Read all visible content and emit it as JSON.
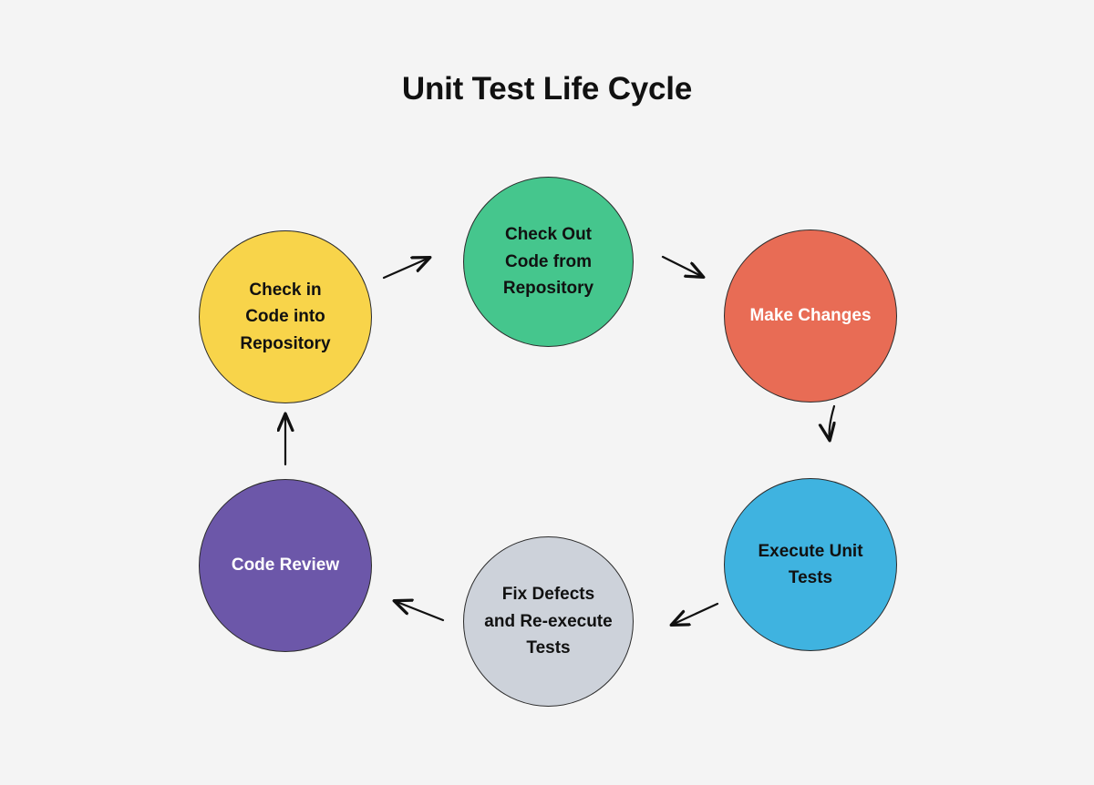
{
  "diagram": {
    "title": "Unit Test Life Cycle",
    "background_color": "#f4f4f4",
    "type": "cycle-flowchart",
    "nodes": [
      {
        "id": "check-in-code",
        "label": "Check in\nCode into\nRepository",
        "fill": "#F8D44A",
        "text_color": "#111111",
        "border_color": "#2b2b2b",
        "order": 1
      },
      {
        "id": "check-out-code",
        "label": "Check Out\nCode from\nRepository",
        "fill": "#45C68D",
        "text_color": "#111111",
        "border_color": "#2b2b2b",
        "order": 2
      },
      {
        "id": "make-changes",
        "label": "Make Changes",
        "fill": "#E86C55",
        "text_color": "#ffffff",
        "border_color": "#2b2b2b",
        "order": 3
      },
      {
        "id": "execute-unit-tests",
        "label": "Execute Unit\nTests",
        "fill": "#3FB3E0",
        "text_color": "#111111",
        "border_color": "#2b2b2b",
        "order": 4
      },
      {
        "id": "fix-defects",
        "label": "Fix Defects\nand Re-execute\nTests",
        "fill": "#CDD2DA",
        "text_color": "#111111",
        "border_color": "#2b2b2b",
        "order": 5
      },
      {
        "id": "code-review",
        "label": "Code Review",
        "fill": "#6C57A9",
        "text_color": "#ffffff",
        "border_color": "#2b2b2b",
        "order": 6
      }
    ],
    "arrows": [
      {
        "id": "arrow-checkin-to-checkout",
        "from": "check-in-code",
        "to": "check-out-code",
        "direction": "up-right"
      },
      {
        "id": "arrow-checkout-to-changes",
        "from": "check-out-code",
        "to": "make-changes",
        "direction": "down-right"
      },
      {
        "id": "arrow-changes-to-tests",
        "from": "make-changes",
        "to": "execute-unit-tests",
        "direction": "down"
      },
      {
        "id": "arrow-tests-to-fixdefects",
        "from": "execute-unit-tests",
        "to": "fix-defects",
        "direction": "down-left"
      },
      {
        "id": "arrow-fixdefects-to-review",
        "from": "fix-defects",
        "to": "code-review",
        "direction": "left"
      },
      {
        "id": "arrow-review-to-checkin",
        "from": "code-review",
        "to": "check-in-code",
        "direction": "up"
      }
    ]
  }
}
